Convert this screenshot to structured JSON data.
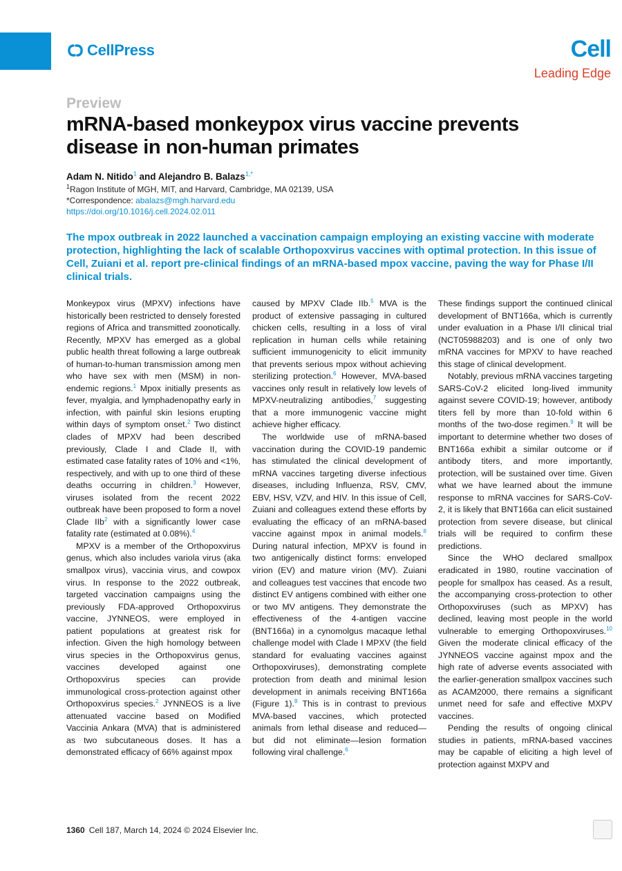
{
  "header": {
    "publisher": "CellPress",
    "journal": "Cell",
    "section": "Leading Edge"
  },
  "article": {
    "type": "Preview",
    "title": "mRNA-based monkeypox virus vaccine prevents disease in non-human primates",
    "author1": "Adam N. Nitido",
    "author1_sup": "1",
    "author_join": " and ",
    "author2": "Alejandro B. Balazs",
    "author2_sup": "1,*",
    "affiliation_sup": "1",
    "affiliation": "Ragon Institute of MGH, MIT, and Harvard, Cambridge, MA 02139, USA",
    "correspondence_label": "*Correspondence: ",
    "correspondence_email": "abalazs@mgh.harvard.edu",
    "doi": "https://doi.org/10.1016/j.cell.2024.02.011",
    "abstract": "The mpox outbreak in 2022 launched a vaccination campaign employing an existing vaccine with moderate protection, highlighting the lack of scalable Orthopoxvirus vaccines with optimal protection. In this issue of Cell, Zuiani et al. report pre-clinical findings of an mRNA-based mpox vaccine, paving the way for Phase I/II clinical trials."
  },
  "body": {
    "col1": [
      "Monkeypox virus (MPXV) infections have historically been restricted to densely forested regions of Africa and transmitted zoonotically. Recently, MPXV has emerged as a global public health threat following a large outbreak of human-to-human transmission among men who have sex with men (MSM) in non-endemic regions.[1] Mpox initially presents as fever, myalgia, and lymphadenopathy early in infection, with painful skin lesions erupting within days of symptom onset.[2] Two distinct clades of MPXV had been described previously, Clade I and Clade II, with estimated case fatality rates of 10% and <1%, respectively, and with up to one third of these deaths occurring in children.[3] However, viruses isolated from the recent 2022 outbreak have been proposed to form a novel Clade IIb[2] with a significantly lower case fatality rate (estimated at 0.08%).[4]",
      "MPXV is a member of the Orthopoxvirus genus, which also includes variola virus (aka smallpox virus), vaccinia virus, and cowpox virus. In response to the 2022 outbreak, targeted vaccination campaigns using the previously FDA-approved Orthopoxvirus vaccine, JYNNEOS, were employed in patient populations at greatest risk for infection. Given the high homology between virus species in the Orthopoxvirus genus, vaccines developed against one Orthopoxvirus species can provide immunological cross-protection against other Orthopoxvirus species.[2] JYNNEOS is a live attenuated vaccine based on Modified Vaccinia Ankara (MVA) that is administered as two subcutaneous doses. It has a demonstrated efficacy of 66% against mpox"
    ],
    "col2": [
      "caused by MPXV Clade IIb.[5] MVA is the product of extensive passaging in cultured chicken cells, resulting in a loss of viral replication in human cells while retaining sufficient immunogenicity to elicit immunity that prevents serious mpox without achieving sterilizing protection.[6] However, MVA-based vaccines only result in relatively low levels of MPXV-neutralizing antibodies,[7] suggesting that a more immunogenic vaccine might achieve higher efficacy.",
      "The worldwide use of mRNA-based vaccination during the COVID-19 pandemic has stimulated the clinical development of mRNA vaccines targeting diverse infectious diseases, including Influenza, RSV, CMV, EBV, HSV, VZV, and HIV. In this issue of Cell, Zuiani and colleagues extend these efforts by evaluating the efficacy of an mRNA-based vaccine against mpox in animal models.[8] During natural infection, MPXV is found in two antigenically distinct forms: enveloped virion (EV) and mature virion (MV). Zuiani and colleagues test vaccines that encode two distinct EV antigens combined with either one or two MV antigens. They demonstrate the effectiveness of the 4-antigen vaccine (BNT166a) in a cynomolgus macaque lethal challenge model with Clade I MPXV (the field standard for evaluating vaccines against Orthopoxviruses), demonstrating complete protection from death and minimal lesion development in animals receiving BNT166a (Figure 1).[8] This is in contrast to previous MVA-based vaccines, which protected animals from lethal disease and reduced—but did not eliminate—lesion formation following viral challenge.[6]"
    ],
    "col3": [
      "These findings support the continued clinical development of BNT166a, which is currently under evaluation in a Phase I/II clinical trial (NCT05988203) and is one of only two mRNA vaccines for MPXV to have reached this stage of clinical development.",
      "Notably, previous mRNA vaccines targeting SARS-CoV-2 elicited long-lived immunity against severe COVID-19; however, antibody titers fell by more than 10-fold within 6 months of the two-dose regimen.[9] It will be important to determine whether two doses of BNT166a exhibit a similar outcome or if antibody titers, and more importantly, protection, will be sustained over time. Given what we have learned about the immune response to mRNA vaccines for SARS-CoV-2, it is likely that BNT166a can elicit sustained protection from severe disease, but clinical trials will be required to confirm these predictions.",
      "Since the WHO declared smallpox eradicated in 1980, routine vaccination of people for smallpox has ceased. As a result, the accompanying cross-protection to other Orthopoxviruses (such as MPXV) has declined, leaving most people in the world vulnerable to emerging Orthopoxviruses.[10] Given the moderate clinical efficacy of the JYNNEOS vaccine against mpox and the high rate of adverse events associated with the earlier-generation smallpox vaccines such as ACAM2000, there remains a significant unmet need for safe and effective MXPV vaccines.",
      "Pending the results of ongoing clinical studies in patients, mRNA-based vaccines may be capable of eliciting a high level of protection against MXPV and"
    ]
  },
  "footer": {
    "page": "1360",
    "citation": "Cell 187, March 14, 2024 © 2024 Elsevier Inc."
  },
  "colors": {
    "brand_blue": "#0a8fd1",
    "section_red": "#d93d27"
  }
}
